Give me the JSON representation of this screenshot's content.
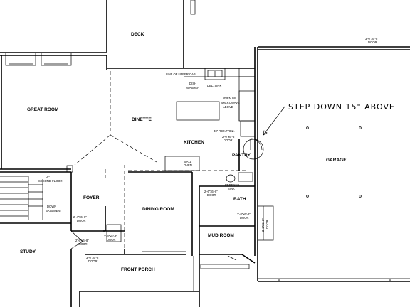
{
  "rooms": {
    "deck": "DECK",
    "great_room": "GREAT ROOM",
    "dinette": "DINETTE",
    "kitchen": "KITCHEN",
    "pantry": "PANTRY",
    "garage": "GARAGE",
    "foyer": "FOYER",
    "dining_room": "DINING ROOM",
    "bath": "BATH",
    "mud_room": "MUD ROOM",
    "study": "STUDY",
    "front_porch": "FRONT PORCH"
  },
  "notes": {
    "upper_cab": "LINE OF UPPER CAB.",
    "dish_washer_1": "DISH",
    "dish_washer_2": "WASHER",
    "dbl_sink": "DBL. SINK",
    "oven_1": "OVEN W/",
    "oven_2": "MICROWAVE",
    "oven_3": "ABOVE",
    "ref": "36\" REF./FREZ.",
    "pantry_door_1": "2'-0\"x6'-8\"",
    "pantry_door_2": "DOOR",
    "wall_oven_1": "WALL",
    "wall_oven_2": "OVEN",
    "pedestal_1": "PEDESTAL",
    "pedestal_2": "SINK",
    "bath_door_1": "2'-6\"x6'-8\"",
    "bath_door_2": "DOOR",
    "mud_door_1": "2'-8\"x6'-8\"",
    "mud_door_2": "DOOR",
    "garage_side_door_1": "2'-8\"x6'-8\"",
    "garage_side_door_2": "DOOR",
    "garage_top_door_1": "3'-0\"x6'-8\"",
    "garage_top_door_2": "DOOR",
    "up_1": "UP",
    "up_2": "SECOND FLOOR",
    "down_1": "DOWN",
    "down_2": "BASEMENT",
    "foyer_door_1": "2'-4\"x6'-8\"",
    "foyer_door_2": "DOOR",
    "study_door_1": "2'-6\"x6'-8\"",
    "study_door_2": "DOOR",
    "closet_door_1": "2'-4\"x6'-8\"",
    "closet_door_2": "DOOR",
    "porch_door_1": "3'-0\"x6'-8\"",
    "porch_door_2": "DOOR"
  },
  "callout": "STEP DOWN 15\" ABOVE"
}
